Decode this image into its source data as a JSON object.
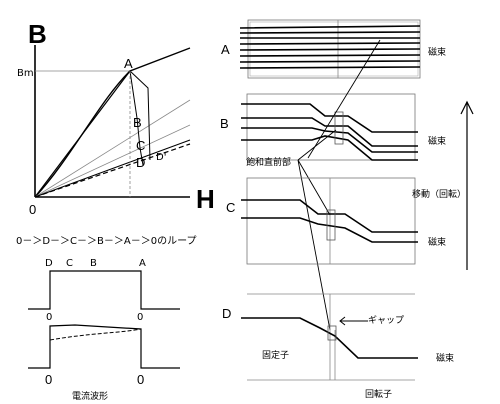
{
  "bh_curve": {
    "axis_b": "B",
    "axis_h": "H",
    "origin": "0",
    "bm": "Bm",
    "points": [
      "A",
      "B",
      "C",
      "D",
      "D'"
    ],
    "loop_caption": "0－＞D－＞C－＞B－＞A－＞0のループ"
  },
  "waveform": {
    "top_labels": [
      "D",
      "C",
      "B",
      "A"
    ],
    "zeros": [
      "0",
      "0"
    ],
    "caption": "電流波形"
  },
  "panels": {
    "letters": [
      "A",
      "B",
      "C",
      "D"
    ],
    "flux": "磁束",
    "saturation": "飽和直前部",
    "motion": "移動（回転）",
    "gap": "ギャップ",
    "stator": "固定子",
    "rotor": "回転子"
  }
}
